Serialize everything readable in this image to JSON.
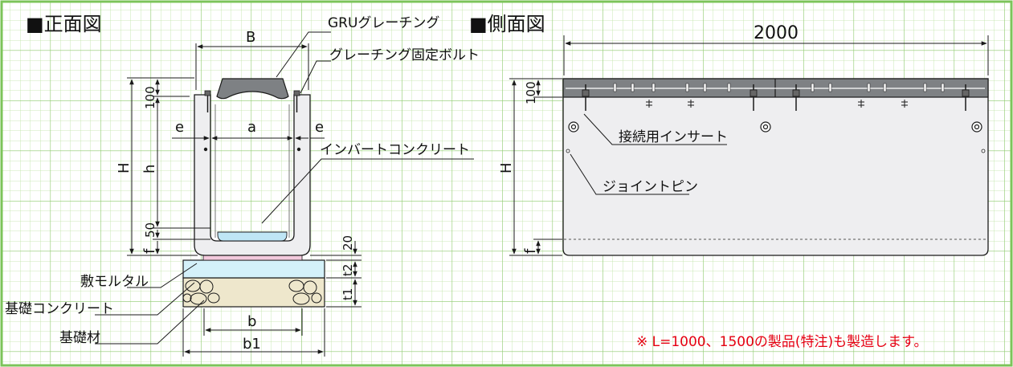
{
  "colors": {
    "grid_minor": "#bde3a3",
    "grid_major": "#8cc96c",
    "frame": "#7cc45a",
    "line": "#1a1a1a",
    "body_fill": "#eeeef0",
    "grating_fill": "#7e8184",
    "mortar_fill": "#d4f1f9",
    "base_fill": "#eee7cc",
    "pad_fill": "#f3c9dc",
    "invert_fill": "#bfe6f5",
    "note_red": "#e60012"
  },
  "front": {
    "heading": "■正面図",
    "label_grating": "GRUグレーチング",
    "label_bolt": "グレーチング固定ボルト",
    "label_invert": "インバートコンクリート",
    "label_mortar": "敷モルタル",
    "label_foundation": "基礎コンクリート",
    "label_base": "基礎材",
    "dims": {
      "B": "B",
      "e_left": "e",
      "a": "a",
      "e_right": "e",
      "d100": "100",
      "h": "h",
      "H": "H",
      "d50": "50",
      "f": "f",
      "d20": "20",
      "t2": "t2",
      "t1": "t1",
      "b": "b",
      "b1": "b1"
    }
  },
  "side": {
    "heading": "■側面図",
    "length": "2000",
    "label_insert": "接続用インサート",
    "label_pin": "ジョイントピン",
    "dims": {
      "d100": "100",
      "H": "H",
      "f": "f"
    }
  },
  "note": "※ L=1000、1500の製品(特注)も製造します。"
}
